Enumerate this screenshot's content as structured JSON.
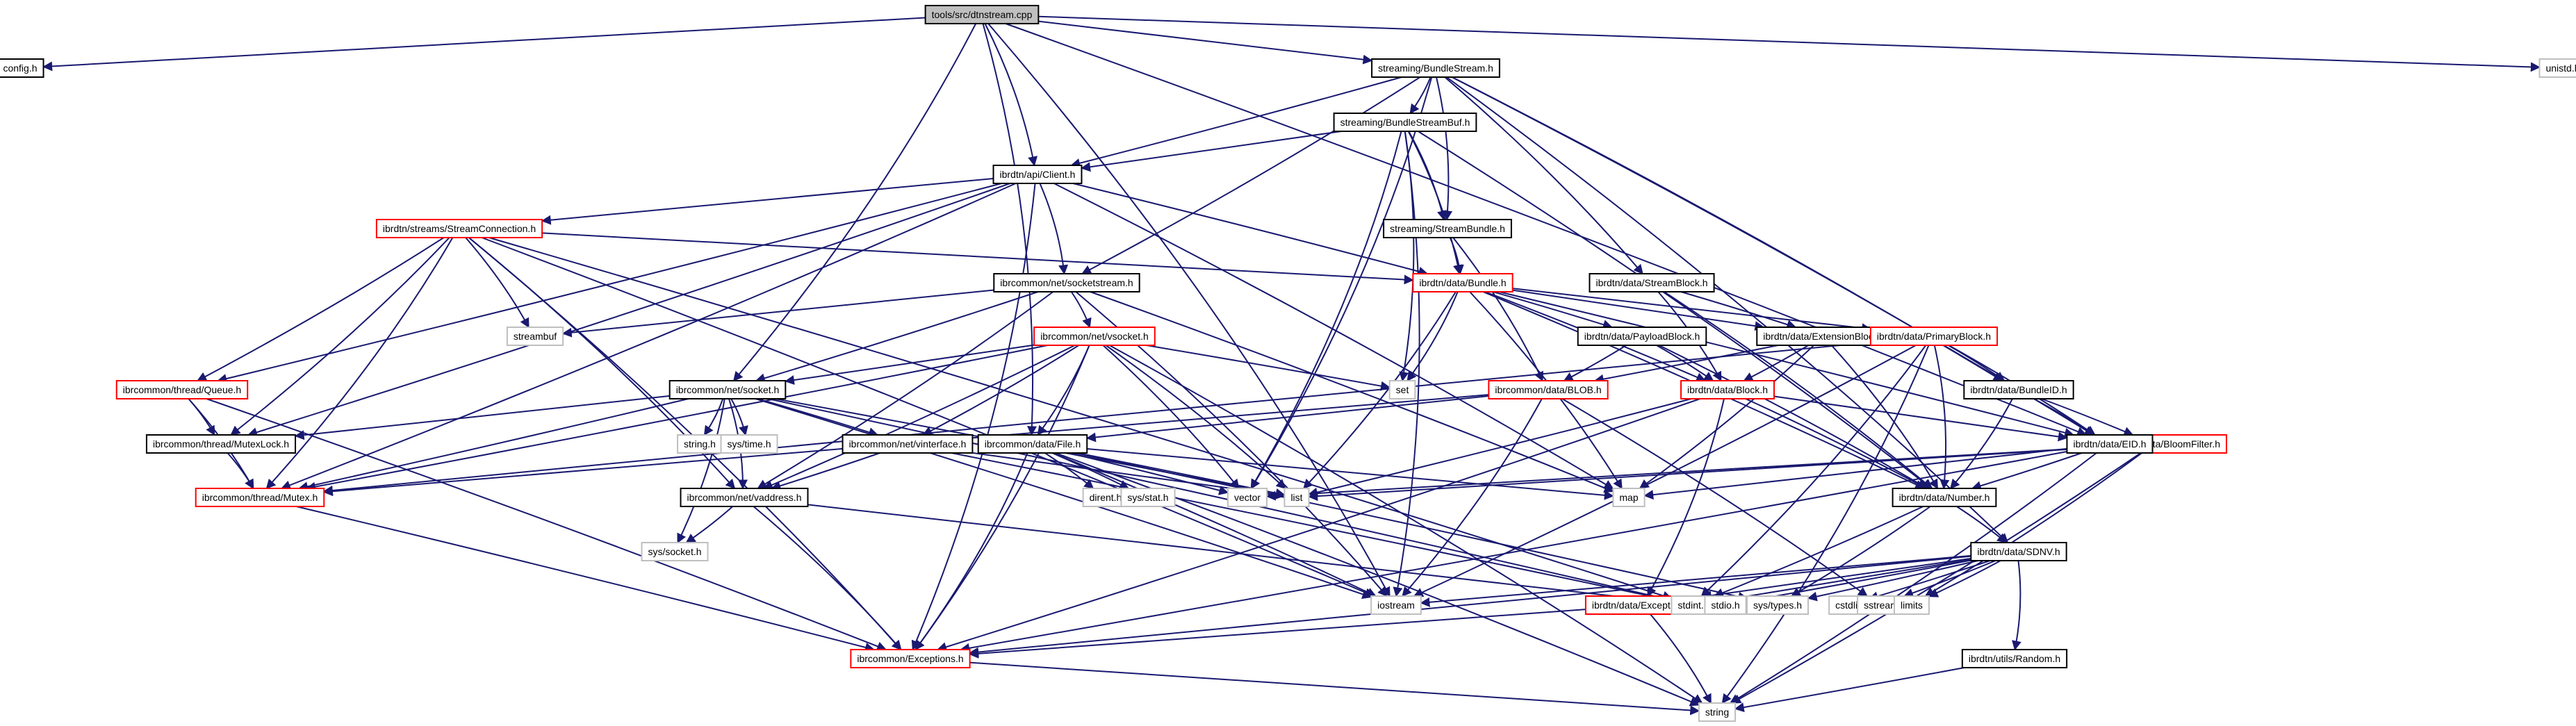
{
  "title": "tools/src/dtnstream.cpp",
  "legend": {
    "colors": {
      "edge": "#191970",
      "root_fill": "#bfbfbf",
      "documented_border": "#000000",
      "truncated_border": "#ff0000",
      "external_border": "#bfbfbf"
    }
  },
  "nodes": [
    {
      "id": "dtnstream",
      "label": "tools/src/dtnstream.cpp",
      "kind": "root"
    },
    {
      "id": "config",
      "label": "config.h",
      "kind": "doc"
    },
    {
      "id": "unistd",
      "label": "unistd.h",
      "kind": "ext"
    },
    {
      "id": "BundleStream",
      "label": "streaming/BundleStream.h",
      "kind": "doc"
    },
    {
      "id": "BundleStreamBuf",
      "label": "streaming/BundleStreamBuf.h",
      "kind": "doc"
    },
    {
      "id": "Client",
      "label": "ibrdtn/api/Client.h",
      "kind": "doc"
    },
    {
      "id": "StreamConnection",
      "label": "ibrdtn/streams/StreamConnection.h",
      "kind": "trunc"
    },
    {
      "id": "StreamBundle",
      "label": "streaming/StreamBundle.h",
      "kind": "doc"
    },
    {
      "id": "socketstream",
      "label": "ibrcommon/net/socketstream.h",
      "kind": "doc"
    },
    {
      "id": "streambuf",
      "label": "streambuf",
      "kind": "ext"
    },
    {
      "id": "Bundle",
      "label": "ibrdtn/data/Bundle.h",
      "kind": "trunc"
    },
    {
      "id": "StreamBlock",
      "label": "ibrdtn/data/StreamBlock.h",
      "kind": "doc"
    },
    {
      "id": "vsocket",
      "label": "ibrcommon/net/vsocket.h",
      "kind": "trunc"
    },
    {
      "id": "Queue",
      "label": "ibrcommon/thread/Queue.h",
      "kind": "trunc"
    },
    {
      "id": "socket",
      "label": "ibrcommon/net/socket.h",
      "kind": "doc"
    },
    {
      "id": "set",
      "label": "set",
      "kind": "ext"
    },
    {
      "id": "PayloadBlock",
      "label": "ibrdtn/data/PayloadBlock.h",
      "kind": "doc"
    },
    {
      "id": "ExtensionBlock",
      "label": "ibrdtn/data/ExtensionBlock.h",
      "kind": "doc"
    },
    {
      "id": "PrimaryBlock",
      "label": "ibrdtn/data/PrimaryBlock.h",
      "kind": "trunc"
    },
    {
      "id": "BLOB",
      "label": "ibrcommon/data/BLOB.h",
      "kind": "trunc"
    },
    {
      "id": "Block",
      "label": "ibrdtn/data/Block.h",
      "kind": "trunc"
    },
    {
      "id": "BundleID",
      "label": "ibrdtn/data/BundleID.h",
      "kind": "doc"
    },
    {
      "id": "MutexLock",
      "label": "ibrcommon/thread/MutexLock.h",
      "kind": "doc"
    },
    {
      "id": "stringh",
      "label": "string.h",
      "kind": "ext"
    },
    {
      "id": "systime",
      "label": "sys/time.h",
      "kind": "ext"
    },
    {
      "id": "vinterface",
      "label": "ibrcommon/net/vinterface.h",
      "kind": "doc"
    },
    {
      "id": "File",
      "label": "ibrcommon/data/File.h",
      "kind": "doc"
    },
    {
      "id": "BloomFilter",
      "label": "ibrcommon/data/BloomFilter.h",
      "kind": "trunc"
    },
    {
      "id": "EID",
      "label": "ibrdtn/data/EID.h",
      "kind": "doc"
    },
    {
      "id": "Mutex",
      "label": "ibrcommon/thread/Mutex.h",
      "kind": "trunc"
    },
    {
      "id": "dirent",
      "label": "dirent.h",
      "kind": "ext"
    },
    {
      "id": "sysstat",
      "label": "sys/stat.h",
      "kind": "ext"
    },
    {
      "id": "vector",
      "label": "vector",
      "kind": "ext"
    },
    {
      "id": "list",
      "label": "list",
      "kind": "ext"
    },
    {
      "id": "map",
      "label": "map",
      "kind": "ext"
    },
    {
      "id": "Number",
      "label": "ibrdtn/data/Number.h",
      "kind": "doc"
    },
    {
      "id": "vaddress",
      "label": "ibrcommon/net/vaddress.h",
      "kind": "doc"
    },
    {
      "id": "SDNV",
      "label": "ibrdtn/data/SDNV.h",
      "kind": "doc"
    },
    {
      "id": "syssocket",
      "label": "sys/socket.h",
      "kind": "ext"
    },
    {
      "id": "iostream",
      "label": "iostream",
      "kind": "ext"
    },
    {
      "id": "DataExceptions",
      "label": "ibrdtn/data/Exceptions.h",
      "kind": "trunc"
    },
    {
      "id": "stdint",
      "label": "stdint.h",
      "kind": "ext"
    },
    {
      "id": "stdio",
      "label": "stdio.h",
      "kind": "ext"
    },
    {
      "id": "systypes",
      "label": "sys/types.h",
      "kind": "ext"
    },
    {
      "id": "cstdlib",
      "label": "cstdlib",
      "kind": "ext"
    },
    {
      "id": "sstream",
      "label": "sstream",
      "kind": "ext"
    },
    {
      "id": "limits",
      "label": "limits",
      "kind": "ext"
    },
    {
      "id": "CommonExceptions",
      "label": "ibrcommon/Exceptions.h",
      "kind": "trunc"
    },
    {
      "id": "Random",
      "label": "ibrdtn/utils/Random.h",
      "kind": "doc"
    },
    {
      "id": "string",
      "label": "string",
      "kind": "ext"
    }
  ],
  "edges": [
    [
      "dtnstream",
      "config"
    ],
    [
      "dtnstream",
      "unistd"
    ],
    [
      "dtnstream",
      "BundleStream"
    ],
    [
      "dtnstream",
      "Client"
    ],
    [
      "dtnstream",
      "socket"
    ],
    [
      "dtnstream",
      "File"
    ],
    [
      "dtnstream",
      "iostream"
    ],
    [
      "dtnstream",
      "EID"
    ],
    [
      "BundleStream",
      "BundleStreamBuf"
    ],
    [
      "BundleStream",
      "Client"
    ],
    [
      "BundleStream",
      "socketstream"
    ],
    [
      "BundleStream",
      "StreamBundle"
    ],
    [
      "BundleStream",
      "StreamBlock"
    ],
    [
      "BundleStream",
      "BundleID"
    ],
    [
      "BundleStream",
      "EID"
    ],
    [
      "BundleStream",
      "vector"
    ],
    [
      "BundleStream",
      "SDNV"
    ],
    [
      "BundleStreamBuf",
      "Client"
    ],
    [
      "BundleStreamBuf",
      "StreamBundle"
    ],
    [
      "BundleStreamBuf",
      "Bundle"
    ],
    [
      "BundleStreamBuf",
      "set"
    ],
    [
      "BundleStreamBuf",
      "vector"
    ],
    [
      "BundleStreamBuf",
      "iostream"
    ],
    [
      "BundleStreamBuf",
      "Number"
    ],
    [
      "Client",
      "StreamConnection"
    ],
    [
      "Client",
      "socketstream"
    ],
    [
      "Client",
      "Bundle"
    ],
    [
      "Client",
      "Queue"
    ],
    [
      "Client",
      "MutexLock"
    ],
    [
      "Client",
      "Mutex"
    ],
    [
      "Client",
      "CommonExceptions"
    ],
    [
      "Client",
      "map"
    ],
    [
      "StreamConnection",
      "Bundle"
    ],
    [
      "StreamConnection",
      "streambuf"
    ],
    [
      "StreamConnection",
      "Queue"
    ],
    [
      "StreamConnection",
      "MutexLock"
    ],
    [
      "StreamConnection",
      "Mutex"
    ],
    [
      "StreamConnection",
      "vaddress"
    ],
    [
      "StreamConnection",
      "iostream"
    ],
    [
      "StreamConnection",
      "CommonExceptions"
    ],
    [
      "StreamConnection",
      "stdint"
    ],
    [
      "StreamBundle",
      "Bundle"
    ],
    [
      "StreamBundle",
      "BLOB"
    ],
    [
      "socketstream",
      "vsocket"
    ],
    [
      "socketstream",
      "socket"
    ],
    [
      "socketstream",
      "streambuf"
    ],
    [
      "socketstream",
      "iostream"
    ],
    [
      "socketstream",
      "vaddress"
    ],
    [
      "socketstream",
      "map"
    ],
    [
      "Bundle",
      "PayloadBlock"
    ],
    [
      "Bundle",
      "ExtensionBlock"
    ],
    [
      "Bundle",
      "PrimaryBlock"
    ],
    [
      "Bundle",
      "Block"
    ],
    [
      "Bundle",
      "EID"
    ],
    [
      "Bundle",
      "set"
    ],
    [
      "Bundle",
      "list"
    ],
    [
      "Bundle",
      "map"
    ],
    [
      "Bundle",
      "Number"
    ],
    [
      "StreamBlock",
      "ExtensionBlock"
    ],
    [
      "StreamBlock",
      "Block"
    ],
    [
      "StreamBlock",
      "Number"
    ],
    [
      "vsocket",
      "socket"
    ],
    [
      "vsocket",
      "vinterface"
    ],
    [
      "vsocket",
      "File"
    ],
    [
      "vsocket",
      "set"
    ],
    [
      "vsocket",
      "Mutex"
    ],
    [
      "vsocket",
      "vaddress"
    ],
    [
      "vsocket",
      "list"
    ],
    [
      "vsocket",
      "vector"
    ],
    [
      "vsocket",
      "CommonExceptions"
    ],
    [
      "vsocket",
      "string"
    ],
    [
      "Queue",
      "MutexLock"
    ],
    [
      "Queue",
      "Mutex"
    ],
    [
      "Queue",
      "CommonExceptions"
    ],
    [
      "socket",
      "stringh"
    ],
    [
      "socket",
      "systime"
    ],
    [
      "socket",
      "vinterface"
    ],
    [
      "socket",
      "vaddress"
    ],
    [
      "socket",
      "syssocket"
    ],
    [
      "socket",
      "MutexLock"
    ],
    [
      "socket",
      "Mutex"
    ],
    [
      "socket",
      "iostream"
    ],
    [
      "socket",
      "list"
    ],
    [
      "socket",
      "stdint"
    ],
    [
      "PayloadBlock",
      "BLOB"
    ],
    [
      "PayloadBlock",
      "Block"
    ],
    [
      "PayloadBlock",
      "Number"
    ],
    [
      "ExtensionBlock",
      "BLOB"
    ],
    [
      "ExtensionBlock",
      "Block"
    ],
    [
      "ExtensionBlock",
      "Number"
    ],
    [
      "ExtensionBlock",
      "map"
    ],
    [
      "PrimaryBlock",
      "BundleID"
    ],
    [
      "PrimaryBlock",
      "EID"
    ],
    [
      "PrimaryBlock",
      "Number"
    ],
    [
      "PrimaryBlock",
      "Mutex"
    ],
    [
      "PrimaryBlock",
      "iostream"
    ],
    [
      "PrimaryBlock",
      "stdint"
    ],
    [
      "PrimaryBlock",
      "string"
    ],
    [
      "BLOB",
      "Mutex"
    ],
    [
      "BLOB",
      "File"
    ],
    [
      "BLOB",
      "iostream"
    ],
    [
      "BLOB",
      "sstream"
    ],
    [
      "Block",
      "EID"
    ],
    [
      "Block",
      "Number"
    ],
    [
      "Block",
      "list"
    ],
    [
      "Block",
      "DataExceptions"
    ],
    [
      "Block",
      "CommonExceptions"
    ],
    [
      "BundleID",
      "BloomFilter"
    ],
    [
      "BundleID",
      "EID"
    ],
    [
      "BundleID",
      "Number"
    ],
    [
      "MutexLock",
      "Mutex"
    ],
    [
      "vinterface",
      "vaddress"
    ],
    [
      "vinterface",
      "list"
    ],
    [
      "vinterface",
      "stdint"
    ],
    [
      "File",
      "dirent"
    ],
    [
      "File",
      "sysstat"
    ],
    [
      "File",
      "vector"
    ],
    [
      "File",
      "list"
    ],
    [
      "File",
      "map"
    ],
    [
      "File",
      "iostream"
    ],
    [
      "File",
      "CommonExceptions"
    ],
    [
      "File",
      "systypes"
    ],
    [
      "File",
      "string"
    ],
    [
      "BloomFilter",
      "list"
    ],
    [
      "BloomFilter",
      "vector"
    ],
    [
      "BloomFilter",
      "string"
    ],
    [
      "BloomFilter",
      "limits"
    ],
    [
      "EID",
      "Number"
    ],
    [
      "EID",
      "map"
    ],
    [
      "EID",
      "string"
    ],
    [
      "EID",
      "CommonExceptions"
    ],
    [
      "Mutex",
      "CommonExceptions"
    ],
    [
      "Number",
      "SDNV"
    ],
    [
      "Number",
      "stdint"
    ],
    [
      "Number",
      "systypes"
    ],
    [
      "vaddress",
      "syssocket"
    ],
    [
      "vaddress",
      "CommonExceptions"
    ],
    [
      "vaddress",
      "stdint"
    ],
    [
      "SDNV",
      "iostream"
    ],
    [
      "SDNV",
      "DataExceptions"
    ],
    [
      "SDNV",
      "stdint"
    ],
    [
      "SDNV",
      "stdio"
    ],
    [
      "SDNV",
      "systypes"
    ],
    [
      "SDNV",
      "cstdlib"
    ],
    [
      "SDNV",
      "sstream"
    ],
    [
      "SDNV",
      "limits"
    ],
    [
      "SDNV",
      "Random"
    ],
    [
      "SDNV",
      "CommonExceptions"
    ],
    [
      "DataExceptions",
      "CommonExceptions"
    ],
    [
      "DataExceptions",
      "string"
    ],
    [
      "CommonExceptions",
      "string"
    ],
    [
      "Random",
      "string"
    ]
  ]
}
